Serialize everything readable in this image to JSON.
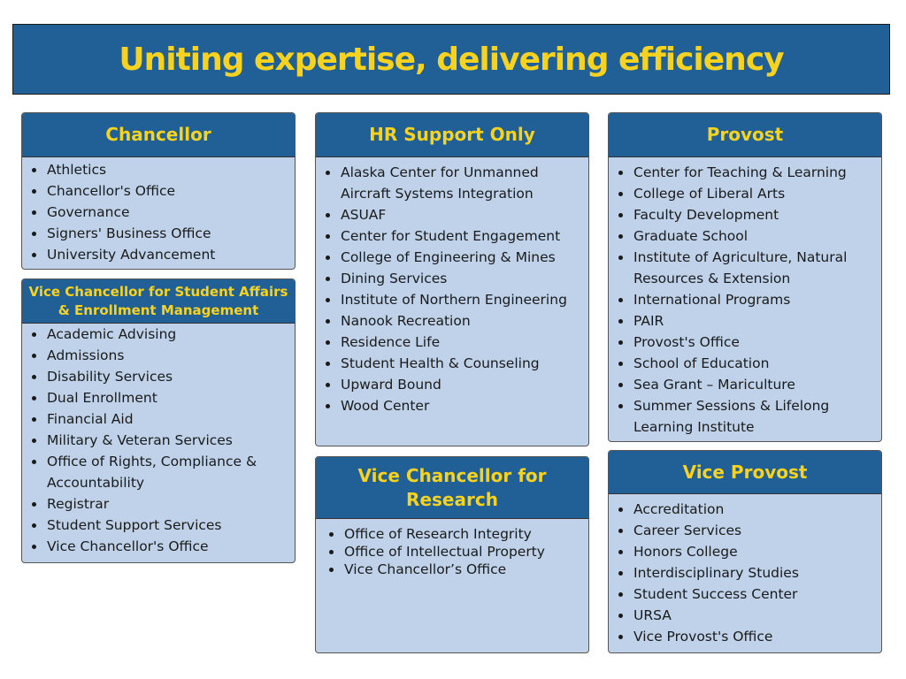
{
  "title": "Uniting expertise, delivering efficiency",
  "colors": {
    "banner": "#216096",
    "header": "#216096",
    "title_text": "#f7d21e",
    "card_body": "#bfd2e9"
  },
  "chancellor": {
    "title": "Chancellor",
    "items": [
      "Athletics",
      "Chancellor's Office",
      "Governance",
      "Signers' Business Office",
      "University Advancement"
    ]
  },
  "vcsa": {
    "title": "Vice Chancellor for Student Affairs & Enrollment Management",
    "items": [
      "Academic Advising",
      "Admissions",
      "Disability Services",
      "Dual Enrollment",
      "Financial Aid",
      "Military & Veteran Services",
      "Office of Rights, Compliance & Accountability",
      "Registrar",
      "Student Support Services",
      "Vice Chancellor's Office"
    ]
  },
  "hr": {
    "title": "HR Support Only",
    "items": [
      "Alaska Center for Unmanned Aircraft Systems Integration",
      "ASUAF",
      "Center for Student Engagement",
      "College of Engineering & Mines",
      "Dining Services",
      "Institute of Northern Engineering",
      "Nanook Recreation",
      "Residence Life",
      "Student Health & Counseling",
      "Upward Bound",
      "Wood Center"
    ]
  },
  "vcr": {
    "title": "Vice Chancellor for Research",
    "items": [
      "Office of Research Integrity",
      "Office of Intellectual Property",
      "Vice Chancellor’s Office"
    ]
  },
  "provost": {
    "title": "Provost",
    "items": [
      "Center for Teaching & Learning",
      "College of Liberal Arts",
      "Faculty Development",
      "Graduate School",
      "Institute of Agriculture, Natural Resources & Extension",
      "International Programs",
      "PAIR",
      "Provost's Office",
      "School of Education",
      "Sea Grant – Mariculture",
      "Summer Sessions & Lifelong Learning Institute"
    ]
  },
  "vice_provost": {
    "title": "Vice Provost",
    "items": [
      "Accreditation",
      "Career Services",
      "Honors College",
      "Interdisciplinary Studies",
      "Student Success Center",
      "URSA",
      "Vice Provost's Office"
    ]
  }
}
